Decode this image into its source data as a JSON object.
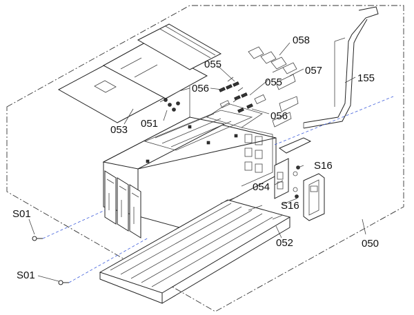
{
  "parts": {
    "p053": "053",
    "p051": "051",
    "p055a": "055",
    "p056a": "056",
    "p055b": "055",
    "p056b": "056",
    "p058": "058",
    "p057": "057",
    "p155": "155",
    "p054": "054",
    "p052": "052",
    "p050": "050",
    "s16a": "S16",
    "s16b": "S16",
    "s01a": "S01",
    "s01b": "S01"
  }
}
